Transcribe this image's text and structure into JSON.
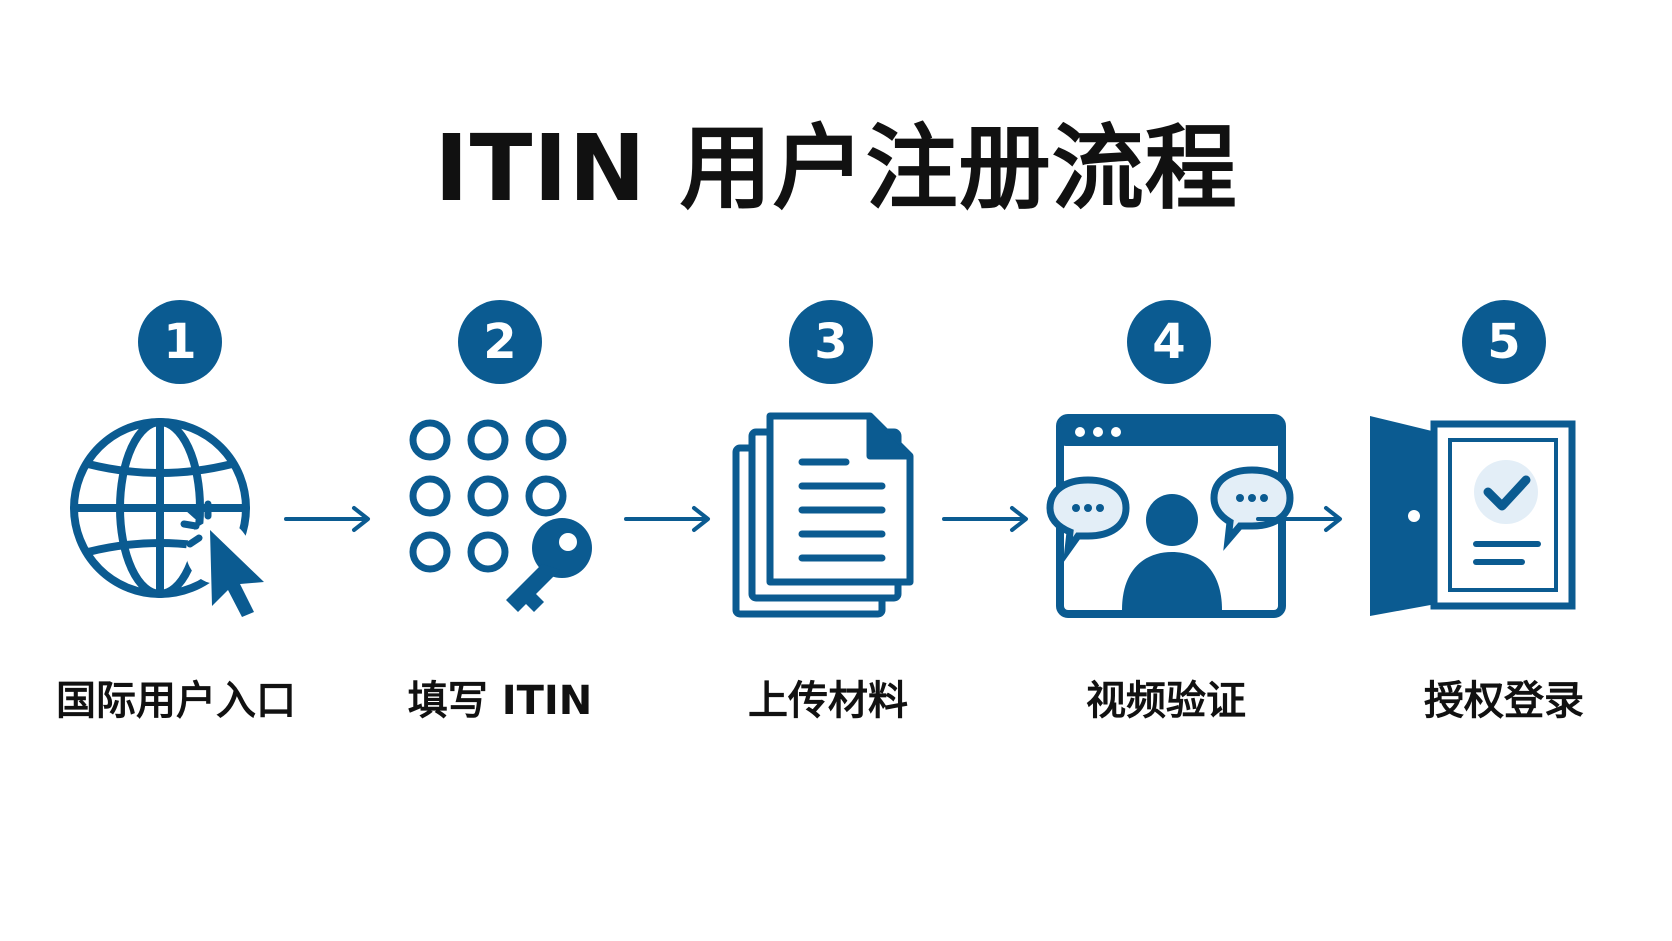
{
  "title": "ITIN 用户注册流程",
  "colors": {
    "primary": "#0b5b91",
    "light": "#e3eef7",
    "text": "#111111"
  },
  "steps": [
    {
      "number": "1",
      "label": "国际用户入口",
      "icon": "globe-cursor-icon"
    },
    {
      "number": "2",
      "label": "填写 ITIN",
      "icon": "keypad-key-icon"
    },
    {
      "number": "3",
      "label": "上传材料",
      "icon": "documents-icon"
    },
    {
      "number": "4",
      "label": "视频验证",
      "icon": "video-chat-icon"
    },
    {
      "number": "5",
      "label": "授权登录",
      "icon": "door-checkmark-icon"
    }
  ]
}
